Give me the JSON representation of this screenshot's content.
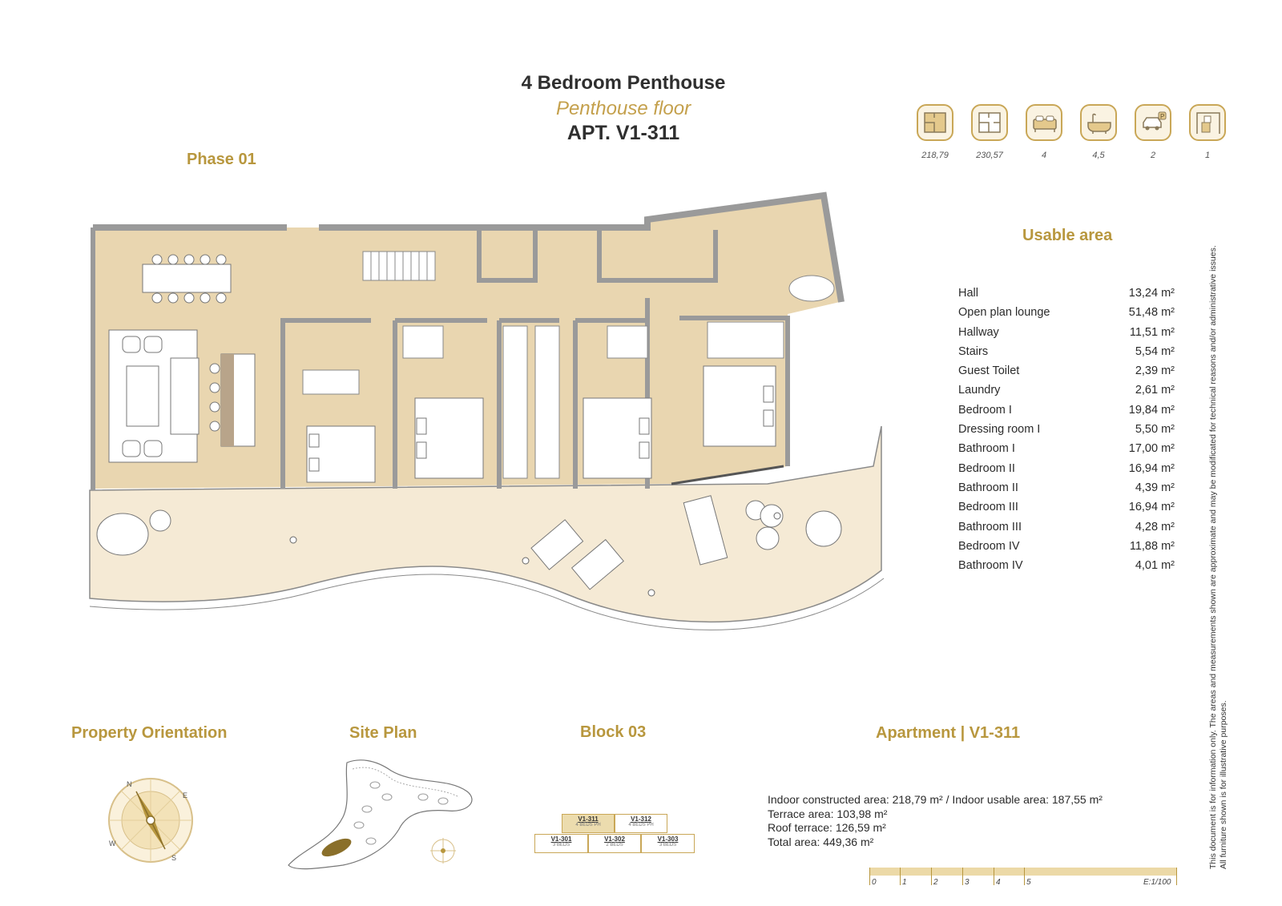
{
  "header": {
    "title": "4 Bedroom Penthouse",
    "subtitle": "Penthouse floor",
    "apartment": "APT. V1-311"
  },
  "phase_label": "Phase 01",
  "icons": [
    {
      "name": "indoor-constructed-area-icon",
      "value": "218,79"
    },
    {
      "name": "total-built-area-icon",
      "value": "230,57"
    },
    {
      "name": "bedrooms-icon",
      "value": "4"
    },
    {
      "name": "bathrooms-icon",
      "value": "4,5"
    },
    {
      "name": "parking-icon",
      "value": "2"
    },
    {
      "name": "storage-icon",
      "value": "1"
    }
  ],
  "usable_area": {
    "title": "Usable area",
    "rows": [
      {
        "room": "Hall",
        "area": "13,24 m²"
      },
      {
        "room": "Open plan lounge",
        "area": "51,48 m²"
      },
      {
        "room": "Hallway",
        "area": "11,51 m²"
      },
      {
        "room": "Stairs",
        "area": "5,54 m²"
      },
      {
        "room": "Guest Toilet",
        "area": "2,39 m²"
      },
      {
        "room": "Laundry",
        "area": "2,61 m²"
      },
      {
        "room": "Bedroom I",
        "area": "19,84 m²"
      },
      {
        "room": "Dressing room I",
        "area": "5,50 m²"
      },
      {
        "room": "Bathroom I",
        "area": "17,00 m²"
      },
      {
        "room": "Bedroom II",
        "area": "16,94 m²"
      },
      {
        "room": "Bathroom II",
        "area": "4,39 m²"
      },
      {
        "room": "Bedroom III",
        "area": "16,94 m²"
      },
      {
        "room": "Bathroom III",
        "area": "4,28 m²"
      },
      {
        "room": "Bedroom IV",
        "area": "11,88 m²"
      },
      {
        "room": "Bathroom IV",
        "area": "4,01 m²"
      }
    ]
  },
  "sections": {
    "orientation": "Property Orientation",
    "site_plan": "Site Plan",
    "block": "Block 03",
    "apartment": "Apartment | V1-311"
  },
  "compass": {
    "n": "N",
    "e": "E",
    "s": "S",
    "w": "W"
  },
  "block_units": [
    {
      "id": "V1-311",
      "beds": "4 BEDS PH",
      "highlighted": true
    },
    {
      "id": "V1-312",
      "beds": "4 BEDS PH",
      "highlighted": false
    },
    {
      "id": "V1-301",
      "beds": "3 BEDS",
      "highlighted": false
    },
    {
      "id": "V1-302",
      "beds": "2 BEDS",
      "highlighted": false
    },
    {
      "id": "V1-303",
      "beds": "3 BEDS",
      "highlighted": false
    }
  ],
  "totals": {
    "line1": "Indoor constructed area: 218,79  m² / Indoor usable area: 187,55 m²",
    "line2": "Terrace area: 103,98  m²",
    "line3": "Roof terrace:  126,59 m²",
    "line4": "Total area: 449,36 m²"
  },
  "disclaimer": {
    "line1": "This document is for information only. The areas and measurements shown are approximate and may be modificated for technical reasons and/or administrative issues.",
    "line2": "All furniture shown is for illustrative purposes."
  },
  "scale": {
    "labels": [
      "0",
      "1",
      "2",
      "3",
      "4",
      "5"
    ],
    "ratio": "E:1/100"
  },
  "colors": {
    "gold": "#b8973e",
    "floor": "#e9d6b0",
    "terrace": "#f5ead5",
    "wall": "#9a9a9a"
  }
}
